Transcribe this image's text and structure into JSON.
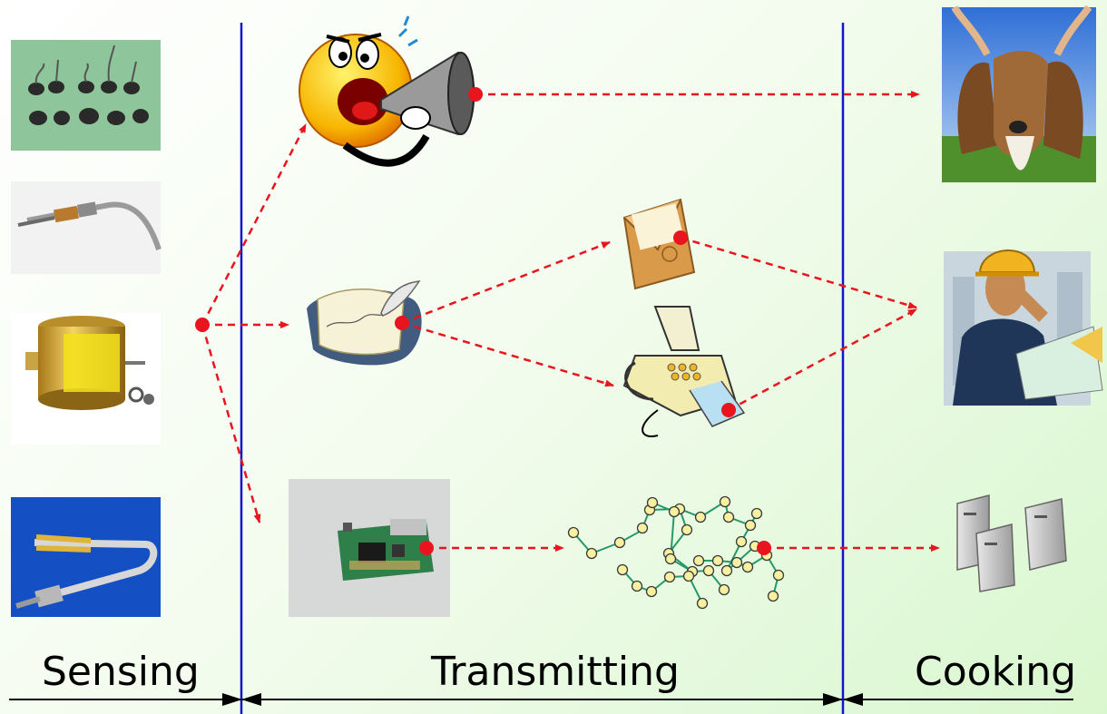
{
  "phases": {
    "sensing": "Sensing",
    "transmitting": "Transmitting",
    "cooking": "Cooking"
  },
  "colors": {
    "divider": "#1414c8",
    "flow_arrow": "#e8141e",
    "node_dot": "#e8141e",
    "phase_axis": "#000000"
  },
  "icons": {
    "sensors": [
      "button-sensors-photo",
      "probe-sensor-photo",
      "pressure-gauge-photo",
      "thermocouple-photo"
    ],
    "channels": [
      "megaphone-shouting-icon",
      "handwritten-letter-icon",
      "envelope-icon",
      "fax-machine-icon",
      "circuit-board-photo",
      "mesh-network-icon"
    ],
    "consumers": [
      "dog-ears-photo",
      "engineer-on-phone-icon",
      "servers-icon"
    ]
  }
}
